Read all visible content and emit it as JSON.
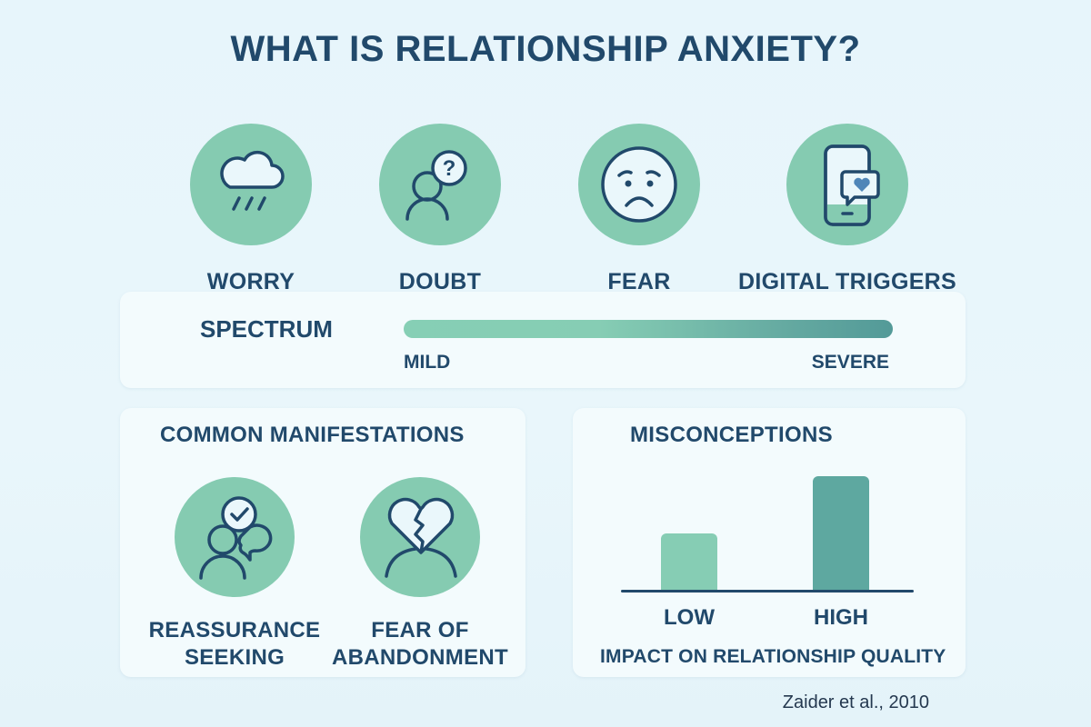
{
  "title": "WHAT IS RELATIONSHIP ANXIETY?",
  "colors": {
    "background": "#e7f5fb",
    "card": "#f3fbfd",
    "circle_fill": "#85cbb1",
    "text_primary": "#21496b",
    "bar_low": "#86cdb4",
    "bar_high": "#5ea8a0",
    "heart_accent": "#4f86b8"
  },
  "features": [
    {
      "label": "WORRY",
      "icon": "rain-cloud-icon"
    },
    {
      "label": "DOUBT",
      "icon": "person-question-icon"
    },
    {
      "label": "FEAR",
      "icon": "worried-face-icon"
    },
    {
      "label": "DIGITAL TRIGGERS",
      "icon": "phone-heart-message-icon"
    }
  ],
  "spectrum": {
    "label": "SPECTRUM",
    "min_label": "MILD",
    "max_label": "SEVERE"
  },
  "manifestations": {
    "title": "COMMON MANIFESTATIONS",
    "items": [
      {
        "line1": "REASSURANCE",
        "line2": "SEEKING",
        "icon": "person-checkmark-bubble-icon"
      },
      {
        "line1": "FEAR OF",
        "line2": "ABANDONMENT",
        "icon": "broken-heart-person-icon"
      }
    ]
  },
  "misconceptions": {
    "title": "MISCONCEPTIONS",
    "caption": "IMPACT ON RELATIONSHIP QUALITY"
  },
  "chart_data": {
    "type": "bar",
    "title": "MISCONCEPTIONS",
    "categories": [
      "LOW",
      "HIGH"
    ],
    "values": [
      1,
      2.04
    ],
    "xlabel": "IMPACT ON RELATIONSHIP QUALITY",
    "ylabel": "",
    "grid": false,
    "legend": "none",
    "note": "Relative bar heights (no numeric axis shown); LOW ≈ 62px, HIGH ≈ 127px"
  },
  "citation": "Zaider et al., 2010"
}
